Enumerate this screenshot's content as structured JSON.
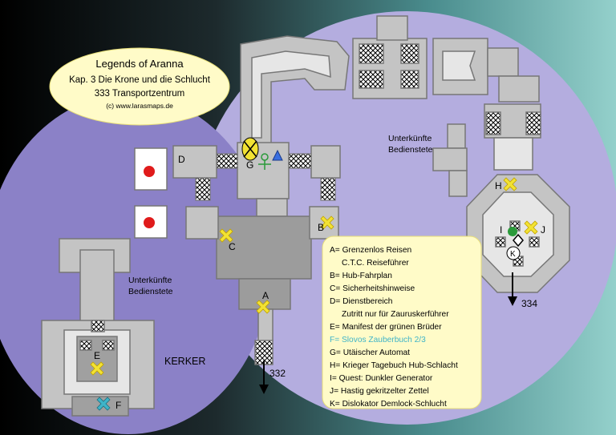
{
  "title": {
    "line1": "Legends of Aranna",
    "line2": "Kap. 3 Die Krone und die Schlucht",
    "line3": "333 Transportzentrum",
    "credit": "(c) www.larasmaps.de"
  },
  "labels": {
    "quarters_left_1": "Unterkünfte",
    "quarters_left_2": "Bedienstete",
    "quarters_right_1": "Unterkünfte",
    "quarters_right_2": "Bedienstete",
    "dungeon": "KERKER",
    "exit_332": "332",
    "exit_334": "334"
  },
  "markers": {
    "A": "A",
    "B": "B",
    "C": "C",
    "D": "D",
    "E": "E",
    "F": "F",
    "G": "G",
    "H": "H",
    "I": "I",
    "J": "J",
    "K": "K"
  },
  "legend": {
    "items": [
      {
        "text": "A= Grenzenlos Reisen"
      },
      {
        "text": "C.T.C. Reiseführer"
      },
      {
        "text": "B= Hub-Fahrplan"
      },
      {
        "text": "C= Sicherheitshinweise"
      },
      {
        "text": "D= Dienstbereich"
      },
      {
        "text": "Zutritt nur für Zauruskerführer"
      },
      {
        "text": "E= Manifest der grünen Brüder"
      },
      {
        "text": "F= Slovos Zauberbuch 2/3"
      },
      {
        "text": "G= Utäischer Automat"
      },
      {
        "text": "H= Krieger Tagebuch Hub-Schlacht"
      },
      {
        "text": "I= Quest: Dunkler Generator"
      },
      {
        "text": "J= Hastig gekritzelter Zettel"
      },
      {
        "text": "K= Dislokator Demlock-Schlucht"
      }
    ]
  },
  "colors": {
    "legend_text": "#000000",
    "legend_highlight": "#3fb4c8",
    "item_marker": "#f2e233",
    "quest_marker": "#2a9a3a",
    "danger_marker": "#e01b1b",
    "area_fill": "#a79fd6",
    "panel_fill": "#fffbc8"
  }
}
